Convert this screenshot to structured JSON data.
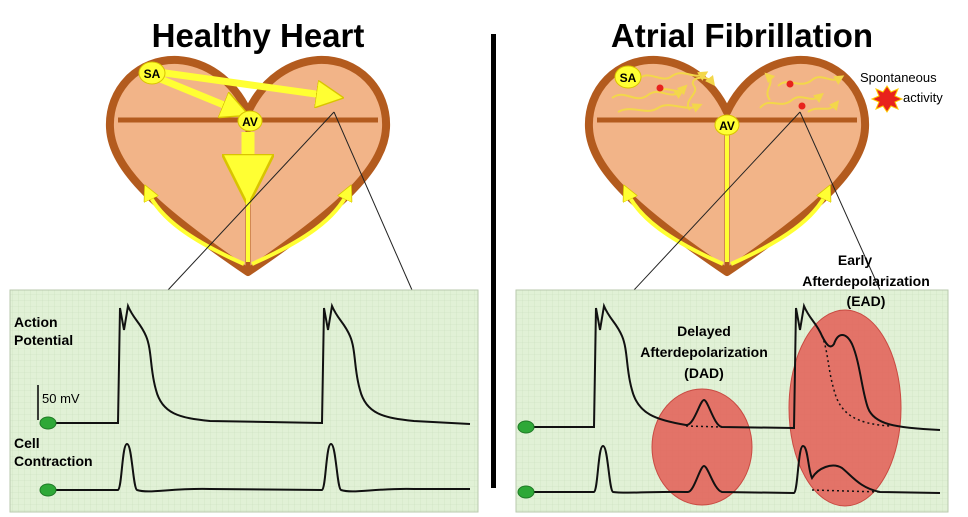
{
  "left_panel": {
    "title": "Healthy Heart",
    "sa_label": "SA",
    "av_label": "AV",
    "action_potential_line1": "Action",
    "action_potential_line2": "Potential",
    "scale_label": "50 mV",
    "cell_contraction_line1": "Cell",
    "cell_contraction_line2": "Contraction"
  },
  "right_panel": {
    "title": "Atrial Fibrillation",
    "sa_label": "SA",
    "av_label": "AV",
    "spontaneous_line1": "Spontaneous",
    "spontaneous_line2": "activity",
    "dad_line1": "Delayed",
    "dad_line2": "Afterdepolarization",
    "dad_line3": "(DAD)",
    "ead_line1": "Early",
    "ead_line2": "Afterdepolarization",
    "ead_line3": "(EAD)"
  },
  "colors": {
    "heart_fill": "#f2b488",
    "heart_border": "#b35b1e",
    "conduction": "#ffff33",
    "panel_bg": "#e1f1d6",
    "panel_grid": "#cfe3c2",
    "electrode": "#2ea837",
    "highlight": "#e35d55",
    "burst": "#e8221c"
  }
}
